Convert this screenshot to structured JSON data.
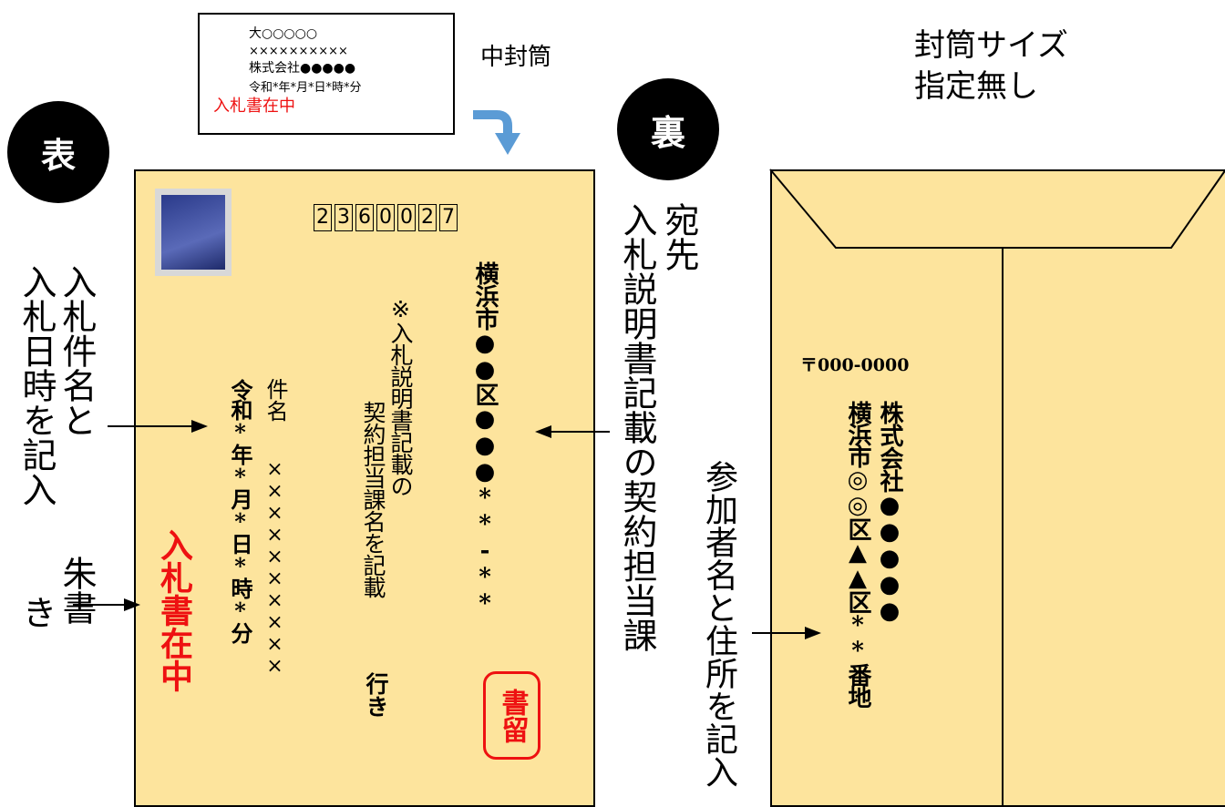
{
  "inner_envelope": {
    "label": "中封筒",
    "lines": [
      "大○○○○○",
      "××××××××××",
      "株式会社●●●●●",
      "令和*年*月*日*時*分"
    ],
    "red_line": "入札書在中"
  },
  "front": {
    "circle": "表",
    "postal_code": [
      "2",
      "3",
      "6",
      "0",
      "0",
      "2",
      "7"
    ],
    "address": "横浜市●●区●●●**-**",
    "dept_note_line1": "※入札説明書記載の",
    "dept_note_line2": "契約担当課名を記載",
    "ikisaki": "行き",
    "subject_label": "件名",
    "subject_value": "××××××××××",
    "datetime": "令和*年*月*日*時*分",
    "red_text": "入札書在中",
    "hanko": "書留"
  },
  "back": {
    "circle": "裏",
    "postal": "〒000-0000",
    "company": "株式会社●●●●●",
    "address": "横浜市◎◎区▲▲区**番地"
  },
  "annotations": {
    "size_line1": "封筒サイズ",
    "size_line2": "指定無し",
    "subject_line1": "入札件名と",
    "subject_line2": "入札日時を記入",
    "red_line1": "朱書",
    "red_line2": "き",
    "dest_line1": "宛先",
    "dest_line2": "入札説明書記載の契約担当課",
    "sender": "参加者名と住所を記入"
  },
  "colors": {
    "envelope": "#fde49d",
    "red": "#e11111",
    "arrow_blue": "#5b9bd5"
  }
}
